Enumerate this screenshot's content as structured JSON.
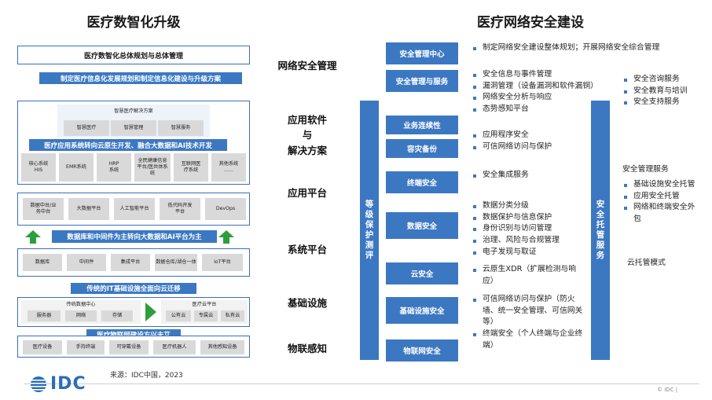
{
  "left": {
    "title": "医疗数智化升级",
    "top_box": "医疗数智化总体规划与总体管理",
    "plan_bar": "制定医疗信息化发展规划和制定信息化建设与升级方案",
    "solution": {
      "header": "智慧医疗解决方案",
      "items": [
        "智慧医疗",
        "智慧管理",
        "智慧服务"
      ]
    },
    "app_bar": "医疗应用系统转向云原生开发、融合大数据和AI技术开发",
    "app_items": [
      "核心系统\nHIS",
      "EMR系统",
      "HRP\n系统",
      "全民健康信息\n平台/医共体系\n统",
      "互联网医\n疗系统",
      "其他系统\n……"
    ],
    "platform_items": [
      "数据中台/业\n务中台",
      "大数据平台",
      "人工智能平台",
      "低代码开发\n平台",
      "DevOps"
    ],
    "platform_bar": "数据库和中间件为主转向大数据和AI平台为主",
    "system_items": [
      "数据库",
      "中间件",
      "集成平台",
      "数据仓库/湖仓一体",
      "IoT平台"
    ],
    "infra_bar": "传统的IT基础设施全面向云迁移",
    "trad_dc": {
      "label": "传统数据中心",
      "items": [
        "服务器",
        "网络",
        "存储"
      ]
    },
    "cloud": {
      "label": "医疗云平台",
      "items": [
        "公有云",
        "专属云",
        "私有云"
      ]
    },
    "iot_bar": "医疗物联网建设方兴未艾",
    "iot_items": [
      "医疗设备",
      "手持终端",
      "可穿戴设备",
      "医疗机器人",
      "其他感知设备"
    ],
    "source": "来源：IDC中国，2023"
  },
  "levels": [
    "网络安全管理",
    "应用软件\n与\n解决方案",
    "应用平台",
    "系统平台",
    "基础设施",
    "物联感知"
  ],
  "right": {
    "title": "医疗网络安全建设",
    "boxes": [
      "安全管理中心",
      "安全管理与服务",
      "业务连续性",
      "容灾备份",
      "终端安全",
      "数据安全",
      "云安全",
      "基础设施安全",
      "物联网安全"
    ],
    "left_bar": "等\n级\n保\n护\n测\n评",
    "right_bar": "安\n全\n托\n管\n服\n务",
    "bullets_mgmt_center": [
      "制定网络安全建设整体规划；开展网络安全综合管理"
    ],
    "bullets_mgmt_service": [
      "安全信息与事件管理",
      "漏洞管理（设备漏洞和软件漏铜）",
      "网络安全分析与响应",
      "态势感知平台"
    ],
    "bullets_app": [
      "应用程序安全",
      "可信网络访问与保护"
    ],
    "bullets_endpoint": [
      "安全集成服务"
    ],
    "bullets_data": [
      "数据分类分级",
      "数据保护与信息保护",
      "身份识别与访问管理",
      "治理、风险与合规管理",
      "电子发现与取证"
    ],
    "bullets_cloud": [
      "云原生XDR（扩展检测与响应）"
    ],
    "bullets_infra": [
      "可信网络访问与保护（防火墙、统一安全管理、可信网关等）",
      "终端安全（个人终端与企业终端）"
    ],
    "far_right_top": [
      "安全咨询服务",
      "安全教育与培训",
      "安全支持服务"
    ],
    "managed_label": "安全管理服务",
    "managed_items": [
      "基础设施安全托管",
      "应用安全托管",
      "网络和终端安全外包"
    ],
    "cloud_managed": "云托管模式"
  },
  "footer": {
    "logo": "IDC",
    "copyright": "© IDC |"
  },
  "colors": {
    "blue": "#3c78c2",
    "green": "#2e9e3c",
    "gray": "#d9d9d9"
  }
}
